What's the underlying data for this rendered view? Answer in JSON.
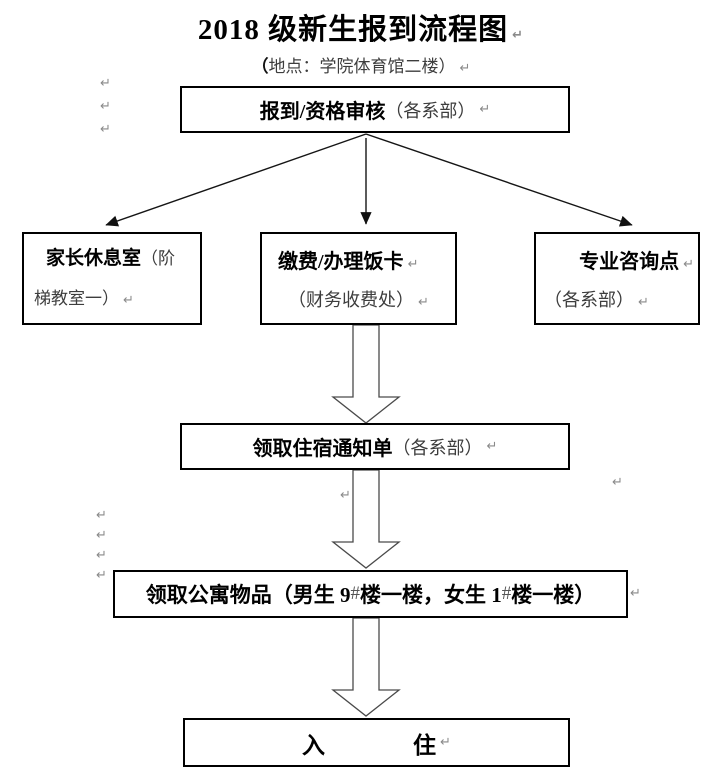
{
  "meta": {
    "pilcrow": "↵"
  },
  "header": {
    "title": "2018 级新生报到流程图",
    "location_open": "（",
    "location_text": "地点：学院体育馆二楼）"
  },
  "boxes": {
    "register": {
      "main": "报到/资格审核",
      "note": "（各系部）"
    },
    "parents": {
      "main": "家长休息室",
      "note": "（阶梯教室一）"
    },
    "payment": {
      "main": "缴费/办理饭卡",
      "note": "（财务收费处）"
    },
    "consult": {
      "main": "专业咨询点",
      "note": "（各系部）"
    },
    "notice": {
      "main": "领取住宿通知单",
      "note": "（各系部）"
    },
    "apartment": {
      "part1": "领取公寓物品（男生 9",
      "hash1": "#",
      "part2": "楼一楼，女生 1",
      "hash2": "#",
      "part3": "楼一楼）"
    },
    "checkin": {
      "char1": "入",
      "char2": "住"
    }
  },
  "colors": {
    "text": "#000000",
    "note_text": "#3d3d3d",
    "paragraph_mark": "#8a8a8a",
    "border": "#000000"
  }
}
